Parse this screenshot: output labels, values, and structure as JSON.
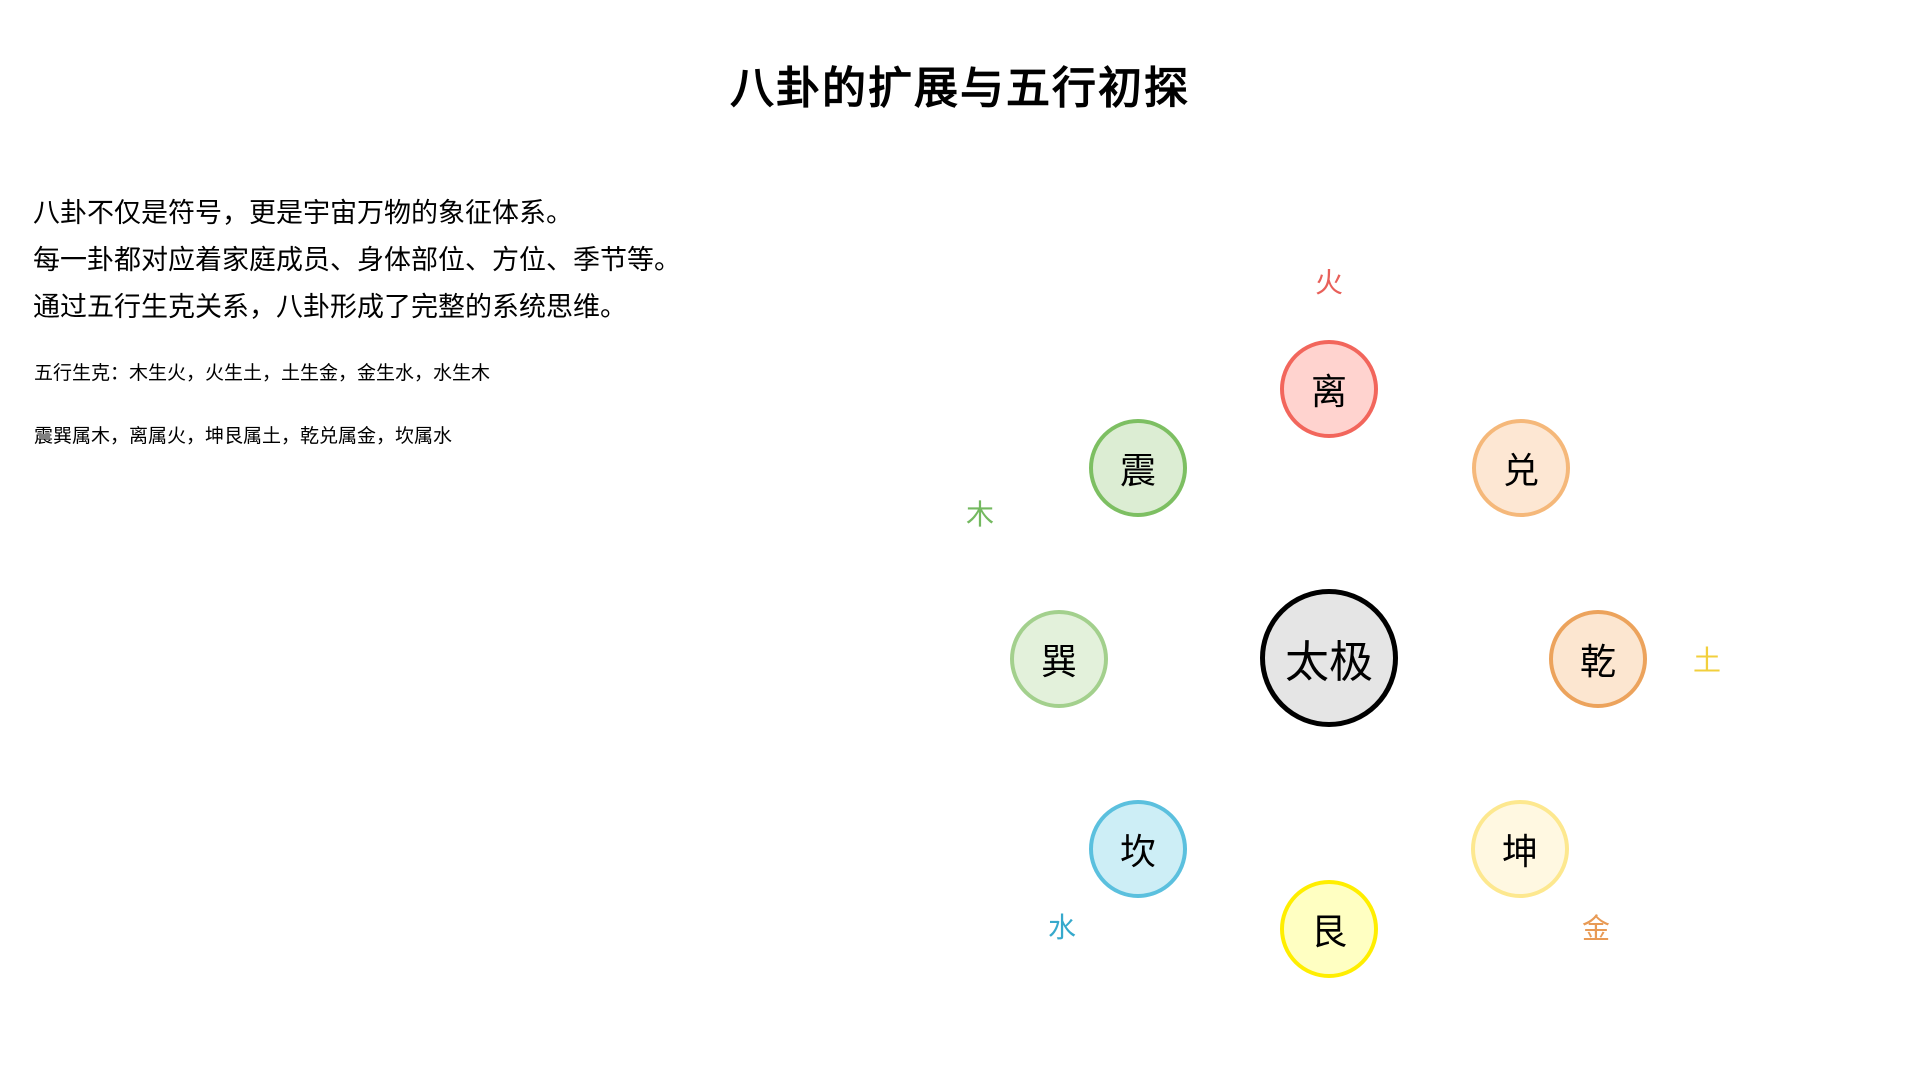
{
  "title": "八卦的扩展与五行初探",
  "intro": {
    "lines": [
      "八卦不仅是符号，更是宇宙万物的象征体系。",
      "每一卦都对应着家庭成员、身体部位、方位、季节等。",
      "通过五行生克关系，八卦形成了完整的系统思维。"
    ]
  },
  "notes": {
    "generation": "五行生克：木生火，火生土，土生金，金生水，水生木",
    "attribution": "震巽属木，离属火，坤艮属土，乾兑属金，坎属水"
  },
  "diagram": {
    "center": {
      "label": "太极",
      "fill": "#e5e5e5",
      "border": "#000000"
    },
    "trigrams": [
      {
        "label": "离",
        "element": "火",
        "fill": "#ffd3cf",
        "border": "#f2665c"
      },
      {
        "label": "兑",
        "element": "金",
        "fill": "#fde7d3",
        "border": "#f5b87a"
      },
      {
        "label": "乾",
        "element": "金",
        "fill": "#fce6d0",
        "border": "#eca35c"
      },
      {
        "label": "坤",
        "element": "土",
        "fill": "#fff8e1",
        "border": "#fde88f"
      },
      {
        "label": "艮",
        "element": "土",
        "fill": "#ffffc2",
        "border": "#ffee00"
      },
      {
        "label": "坎",
        "element": "水",
        "fill": "#cdeef6",
        "border": "#5bc0de"
      },
      {
        "label": "巽",
        "element": "木",
        "fill": "#e3f1db",
        "border": "#a3d08d"
      },
      {
        "label": "震",
        "element": "木",
        "fill": "#dcedd3",
        "border": "#7dbf62"
      }
    ],
    "elements": [
      {
        "label": "火",
        "color": "#e8605a"
      },
      {
        "label": "土",
        "color": "#f2cf3c"
      },
      {
        "label": "金",
        "color": "#e89a55"
      },
      {
        "label": "水",
        "color": "#36a9cc"
      },
      {
        "label": "木",
        "color": "#74b960"
      }
    ]
  }
}
